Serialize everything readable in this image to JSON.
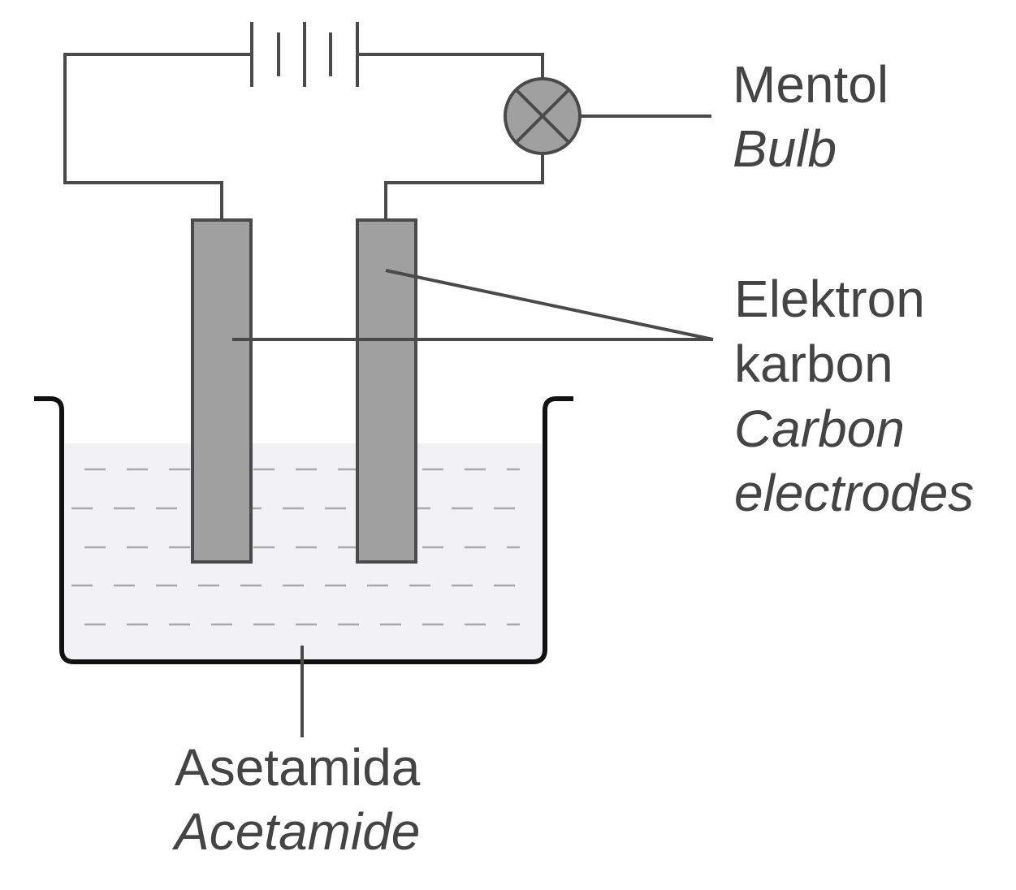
{
  "colors": {
    "wire": "#4a4a4a",
    "electrode_fill": "#a0a0a0",
    "bulb_fill": "#a0a0a0",
    "liquid_fill": "#f2f1f4",
    "liquid_dash": "#a9a9a9",
    "container": "#111111",
    "text": "#444444"
  },
  "labels": {
    "bulb": {
      "primary": "Mentol",
      "secondary": "Bulb"
    },
    "electrodes": {
      "primary_line1": "Elektron",
      "primary_line2": "karbon",
      "secondary_line1": "Carbon",
      "secondary_line2": "electrodes"
    },
    "liquid": {
      "primary": "Asetamida",
      "secondary": "Acetamide"
    }
  },
  "icons": {
    "battery": "battery-icon",
    "bulb": "bulb-icon"
  }
}
